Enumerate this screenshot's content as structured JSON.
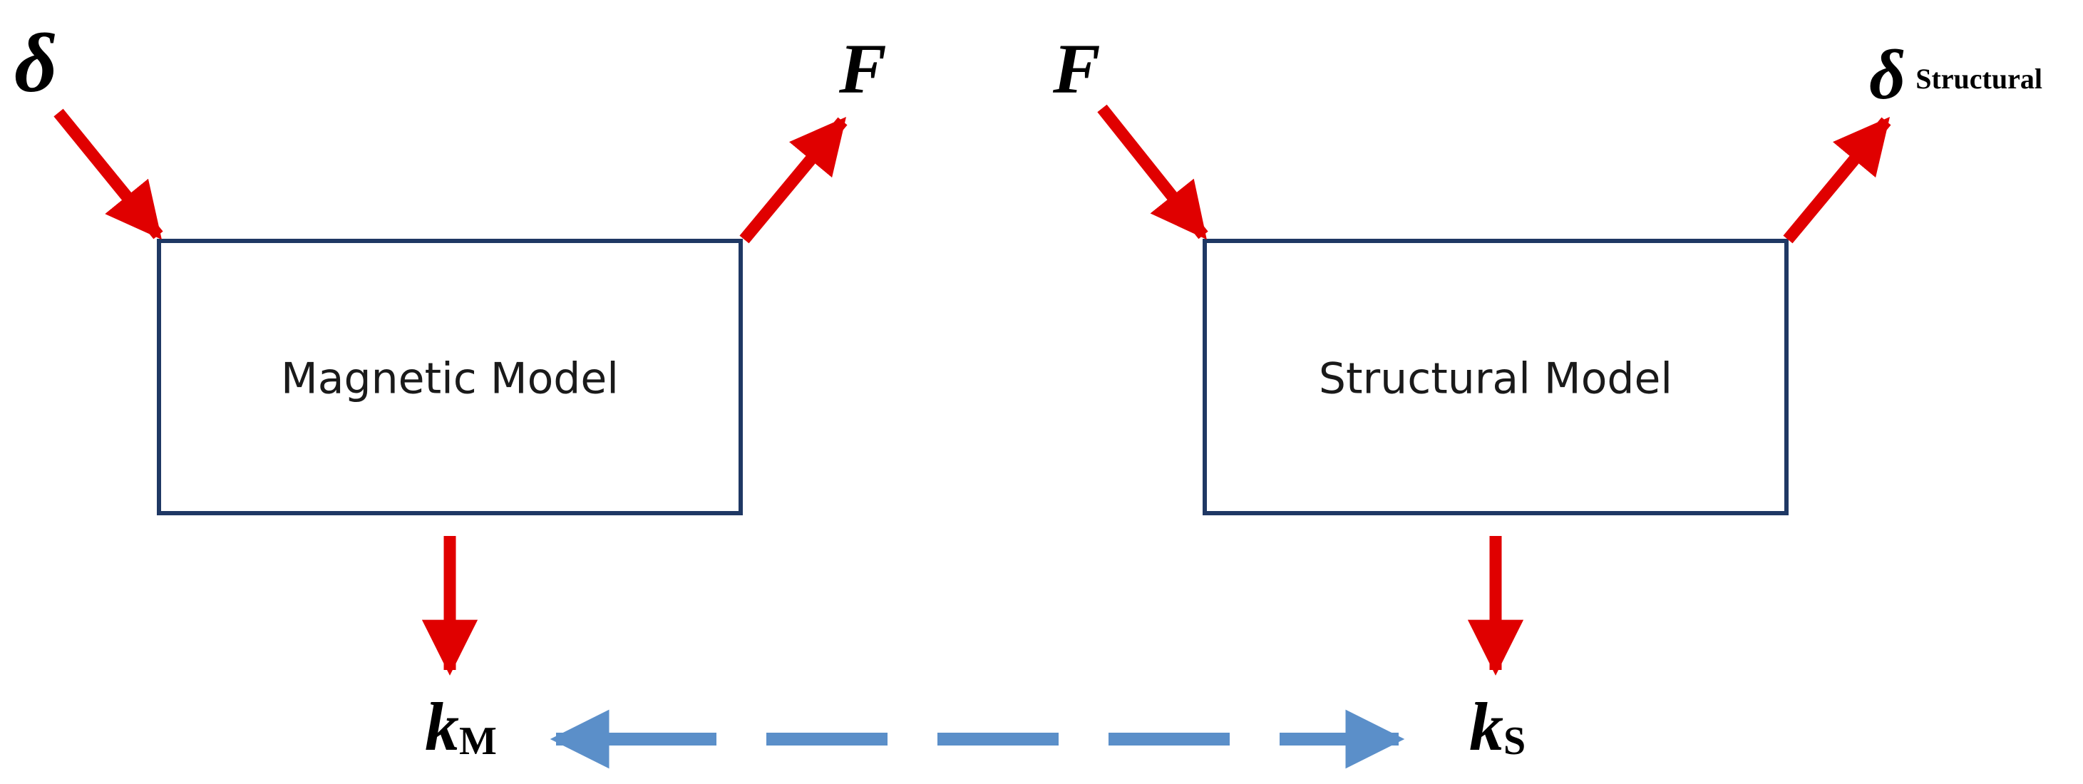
{
  "colors": {
    "flow_arrow": "#e00000",
    "equivalence_arrow": "#5b8fc9",
    "box_border": "#1f3864"
  },
  "magnetic_model": {
    "label": "Magnetic Model",
    "input": "δ",
    "output": "F",
    "result_symbol": "k",
    "result_subscript": "M"
  },
  "structural_model": {
    "label": "Structural Model",
    "input": "F",
    "output_symbol": "δ",
    "output_subscript": "Structural",
    "result_symbol": "k",
    "result_subscript": "S"
  }
}
